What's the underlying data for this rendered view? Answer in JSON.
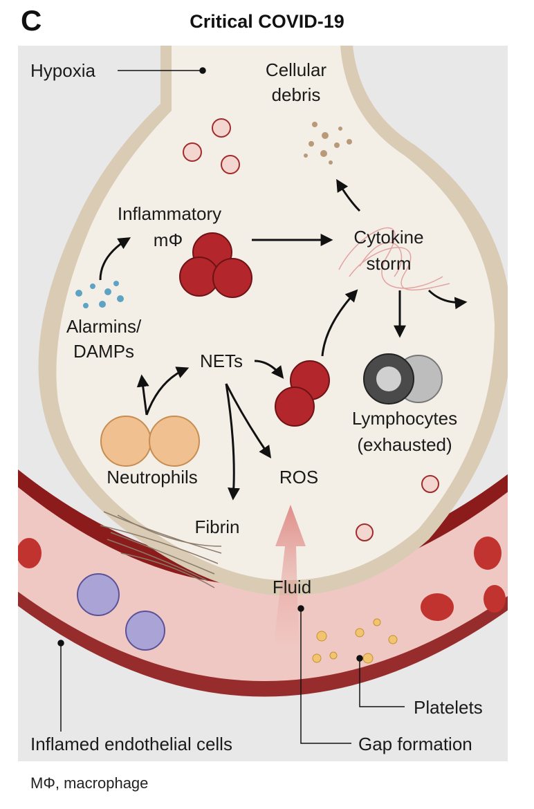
{
  "panel": {
    "letter": "C",
    "title": "Critical COVID-19"
  },
  "labels": {
    "hypoxia": "Hypoxia",
    "cellular_debris_1": "Cellular",
    "cellular_debris_2": "debris",
    "inflammatory_1": "Inflammatory",
    "inflammatory_2": "mΦ",
    "cytokine_1": "Cytokine",
    "cytokine_2": "storm",
    "alarmins_1": "Alarmins/",
    "alarmins_2": "DAMPs",
    "nets": "NETs",
    "lymphocytes_1": "Lymphocytes",
    "lymphocytes_2": "(exhausted)",
    "neutrophils": "Neutrophils",
    "ros": "ROS",
    "fibrin": "Fibrin",
    "fluid": "Fluid",
    "platelets": "Platelets",
    "inflamed_endothelial": "Inflamed endothelial cells",
    "gap_formation": "Gap formation"
  },
  "caption": "MΦ, macrophage",
  "colors": {
    "background": "#e8e8e9",
    "alveolus_fill": "#f4efe6",
    "vessel_fill": "#f0c8c3",
    "vessel_wall": "#8c1c1c",
    "macrophage_red": "#b3262c",
    "neutrophil_orange": "#f0c090",
    "lymphocyte_gray": "#4a4a4a",
    "arrow": "#111111"
  }
}
